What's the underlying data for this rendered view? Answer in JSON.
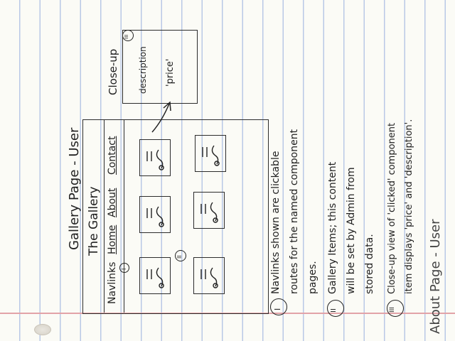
{
  "header": {
    "title": "Gallery Page - User",
    "site_name": "The Gallery"
  },
  "nav": {
    "label": "Navlinks",
    "items": [
      "Home",
      "About",
      "Contact"
    ]
  },
  "markers": {
    "one": "I",
    "two": "II",
    "three": "III"
  },
  "closeup": {
    "label": "Close-up",
    "description": "description",
    "price": "'price'"
  },
  "gallery": {
    "item_count": 6
  },
  "notes": [
    {
      "marker": "I",
      "lines": [
        "Navlinks shown are clickable",
        "routes for the named component",
        "pages."
      ]
    },
    {
      "marker": "II",
      "lines": [
        "Gallery Items; this content",
        "will be set by Admin from",
        "stored data."
      ]
    },
    {
      "marker": "III",
      "lines": [
        "Close-up view of 'clicked' component",
        "item displays 'price' and 'description'."
      ]
    }
  ],
  "next_page_fragment": "About Page - User"
}
